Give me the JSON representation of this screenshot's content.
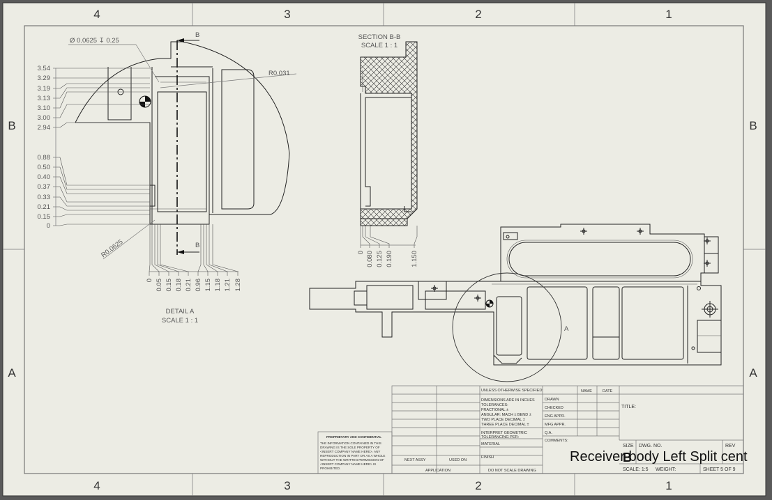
{
  "zones": {
    "top": [
      "4",
      "3",
      "2",
      "1"
    ],
    "side": [
      "B",
      "A"
    ]
  },
  "detail_a": {
    "hole_callout": "Ø 0.0625 ↧ 0.25",
    "radius_1": "R0.031",
    "radius_2": "R0.0625",
    "section_mark": "B",
    "title": "DETAIL A",
    "scale": "SCALE 1 : 1",
    "y_dims": [
      "3.54",
      "3.29",
      "3.19",
      "3.13",
      "3.10",
      "3.00",
      "2.94",
      "0.88",
      "0.50",
      "0.40",
      "0.37",
      "0.33",
      "0.21",
      "0.15",
      "0"
    ],
    "x_dims": [
      "0",
      "0.05",
      "0.15",
      "0.18",
      "0.21",
      "0.96",
      "1.15",
      "1.18",
      "1.21",
      "1.28"
    ]
  },
  "section_bb": {
    "title": "SECTION B-B",
    "scale": "SCALE 1 : 1",
    "x_dims": [
      "0",
      "0.080",
      "0.125",
      "0.190",
      "1.150"
    ]
  },
  "main_view": {
    "detail_label": "A"
  },
  "title_block": {
    "unless": "UNLESS OTHERWISE SPECIFIED:",
    "dims_in": "DIMENSIONS ARE IN INCHES",
    "tolerances": "TOLERANCES:",
    "fractional": "FRACTIONAL ±",
    "angular": "ANGULAR: MACH ±   BEND ±",
    "two_place": "TWO PLACE DECIMAL   ±",
    "three_place": "THREE PLACE DECIMAL  ±",
    "interpret": "INTERPRET GEOMETRIC",
    "tolerancing": "TOLERANCING PER:",
    "material": "MATERIAL",
    "finish": "FINISH",
    "do_not_scale": "DO NOT SCALE DRAWING",
    "next_assy": "NEXT ASSY",
    "used_on": "USED ON",
    "application": "APPLICATION",
    "name": "NAME",
    "date": "DATE",
    "drawn": "DRAWN",
    "checked": "CHECKED",
    "eng_appr": "ENG APPR.",
    "mfg_appr": "MFG APPR.",
    "qa": "Q.A.",
    "comments": "COMMENTS:",
    "title_label": "TITLE:",
    "size_label": "SIZE",
    "dwg_no_label": "DWG.  NO.",
    "rev_label": "REV",
    "size": "B",
    "dwg_no": "Receiver body Left Split cent",
    "scale": "SCALE: 1:5",
    "weight": "WEIGHT:",
    "sheet": "SHEET 5 OF 9",
    "proprietary_title": "PROPRIETARY AND CONFIDENTIAL",
    "proprietary_lines": [
      "THE INFORMATION CONTAINED IN THIS",
      "DRAWING IS THE SOLE PROPERTY OF",
      "<INSERT COMPANY NAME HERE>. ANY",
      "REPRODUCTION IN PART OR AS A WHOLE",
      "WITHOUT THE WRITTEN PERMISSION OF",
      "<INSERT COMPANY NAME HERE> IS",
      "PROHIBITED."
    ]
  }
}
